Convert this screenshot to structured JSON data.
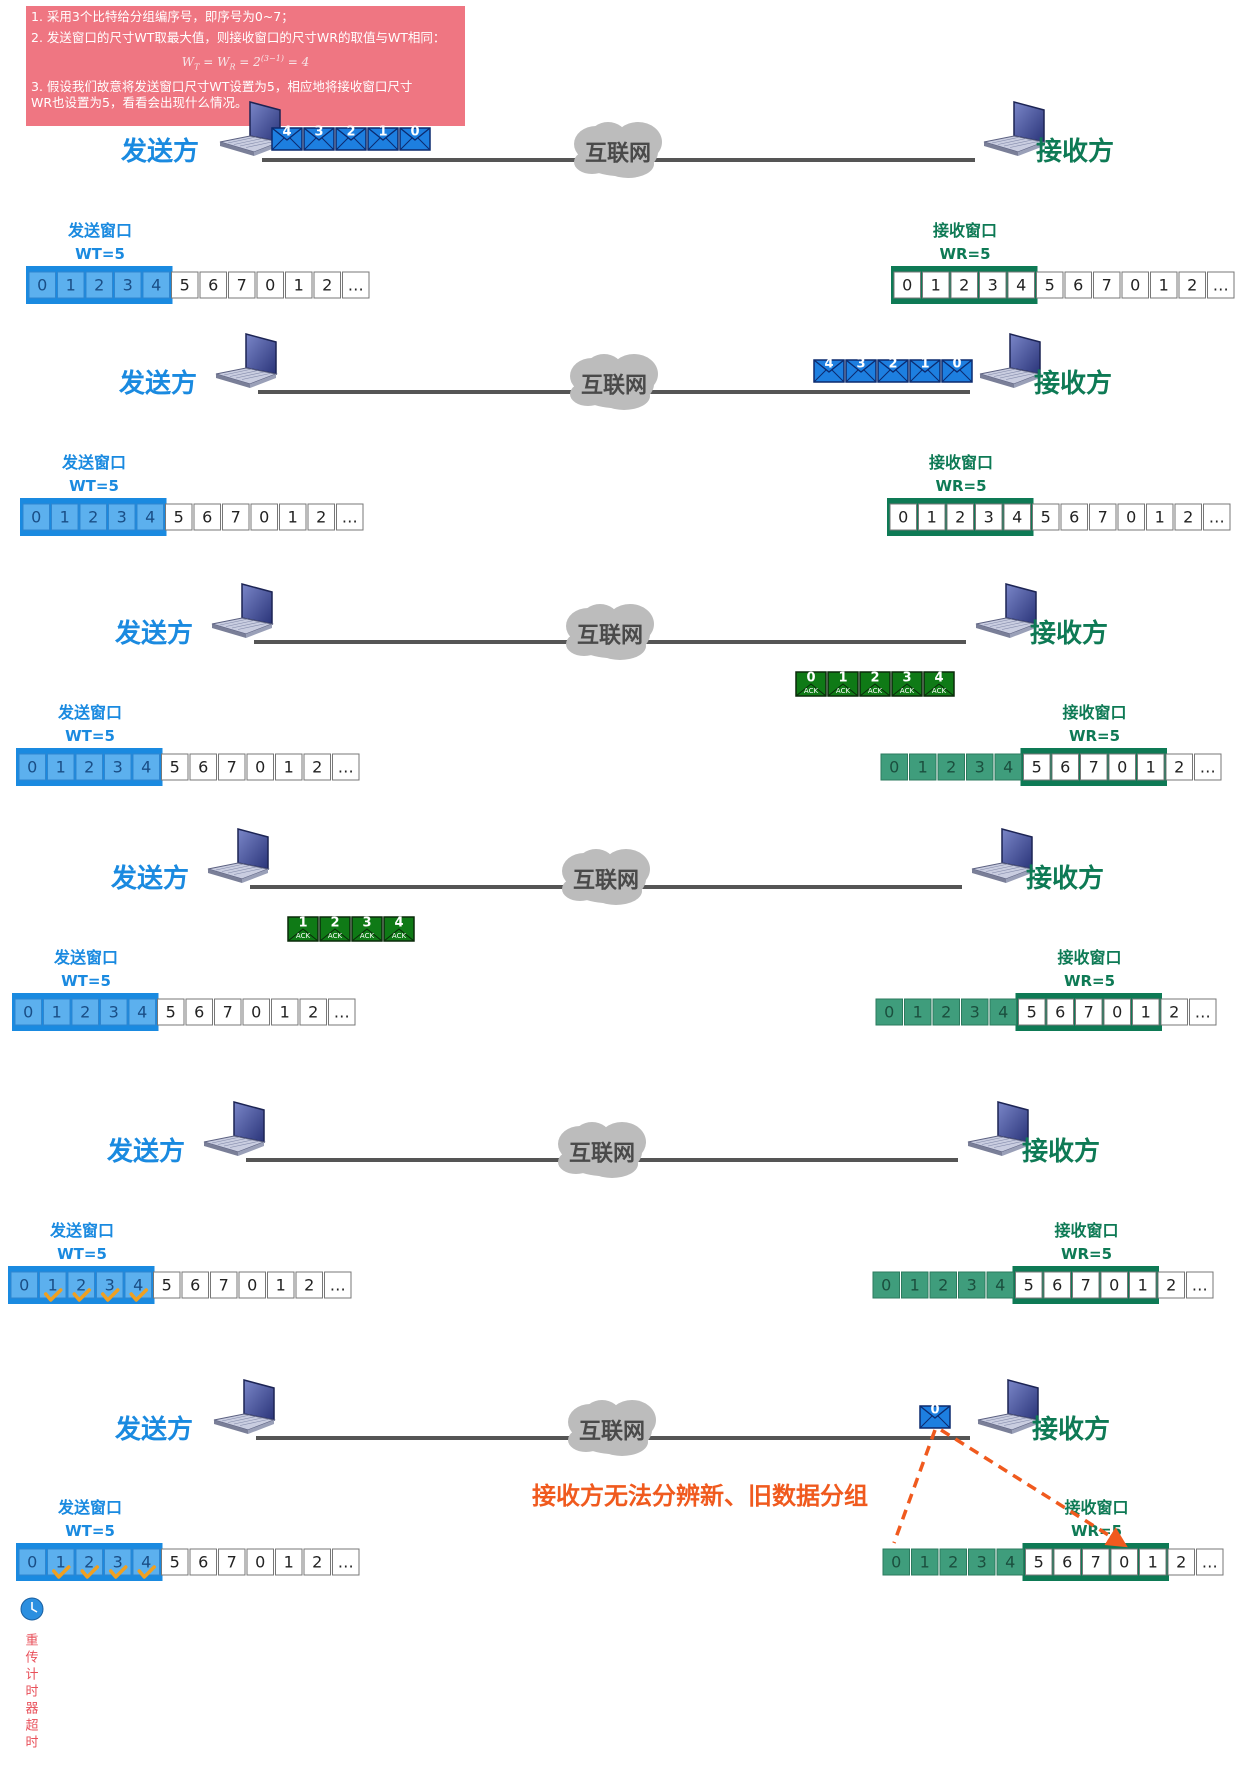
{
  "notes": {
    "line1": "1. 采用3个比特给分组编序号，即序号为0~7；",
    "line2": "2. 发送窗口的尺寸WT取最大值，则接收窗口的尺寸WR的取值与WT相同：",
    "formula_lhs1": "W",
    "formula_sub1": "T",
    "formula_eq1": " = W",
    "formula_sub2": "R",
    "formula_eq2": " = 2",
    "formula_exp": "(3−1)",
    "formula_rhs": " = 4",
    "line3": "3. 假设我们故意将发送窗口尺寸WT设置为5，相应地将接收窗口尺寸",
    "line4": "WR也设置为5，看看会出现什么情况。"
  },
  "labels": {
    "sender": "发送方",
    "receiver": "接收方",
    "cloud": "互联网",
    "send_window_title": "发送窗口",
    "recv_window_title": "接收窗口",
    "send_window_size": "WT=5",
    "recv_window_size": "WR=5",
    "ack": "ACK",
    "conclusion": "接收方无法分辨新、旧数据分组",
    "timer_label": "重传计时器超时"
  },
  "sequence": [
    "0",
    "1",
    "2",
    "3",
    "4",
    "5",
    "6",
    "7",
    "0",
    "1",
    "2",
    "…"
  ],
  "colors": {
    "sender_blue": "#1a8ae0",
    "receiver_green": "#0e7a55",
    "packet_blue": "#1d7fe0",
    "ack_green": "#0f7a16",
    "arrow_orange": "#f05a1e",
    "check_orange": "#f0a020",
    "note_bg": "#ef7682"
  },
  "steps": [
    {
      "packets": [
        "4",
        "3",
        "2",
        "1",
        "0"
      ],
      "packets_at": "sender",
      "acks": [],
      "send_checked": [],
      "recv_shaded": 0,
      "recv_window_start": 0
    },
    {
      "packets": [
        "4",
        "3",
        "2",
        "1",
        "0"
      ],
      "packets_at": "receiver",
      "acks": [],
      "send_checked": [],
      "recv_shaded": 0,
      "recv_window_start": 0
    },
    {
      "packets": [],
      "packets_at": "",
      "acks": [
        "0",
        "1",
        "2",
        "3",
        "4"
      ],
      "acks_at": "receiver",
      "send_checked": [],
      "recv_shaded": 5,
      "recv_window_start": 5
    },
    {
      "packets": [],
      "packets_at": "",
      "acks": [
        "1",
        "2",
        "3",
        "4"
      ],
      "acks_at": "sender",
      "send_checked": [],
      "recv_shaded": 5,
      "recv_window_start": 5
    },
    {
      "packets": [],
      "packets_at": "",
      "acks": [],
      "send_checked": [
        1,
        2,
        3,
        4
      ],
      "recv_shaded": 5,
      "recv_window_start": 5
    },
    {
      "packets": [
        "0"
      ],
      "packets_at": "receiver",
      "acks": [],
      "send_checked": [
        1,
        2,
        3,
        4
      ],
      "recv_shaded": 5,
      "recv_window_start": 5,
      "timeout": true,
      "conclusion": true
    }
  ]
}
